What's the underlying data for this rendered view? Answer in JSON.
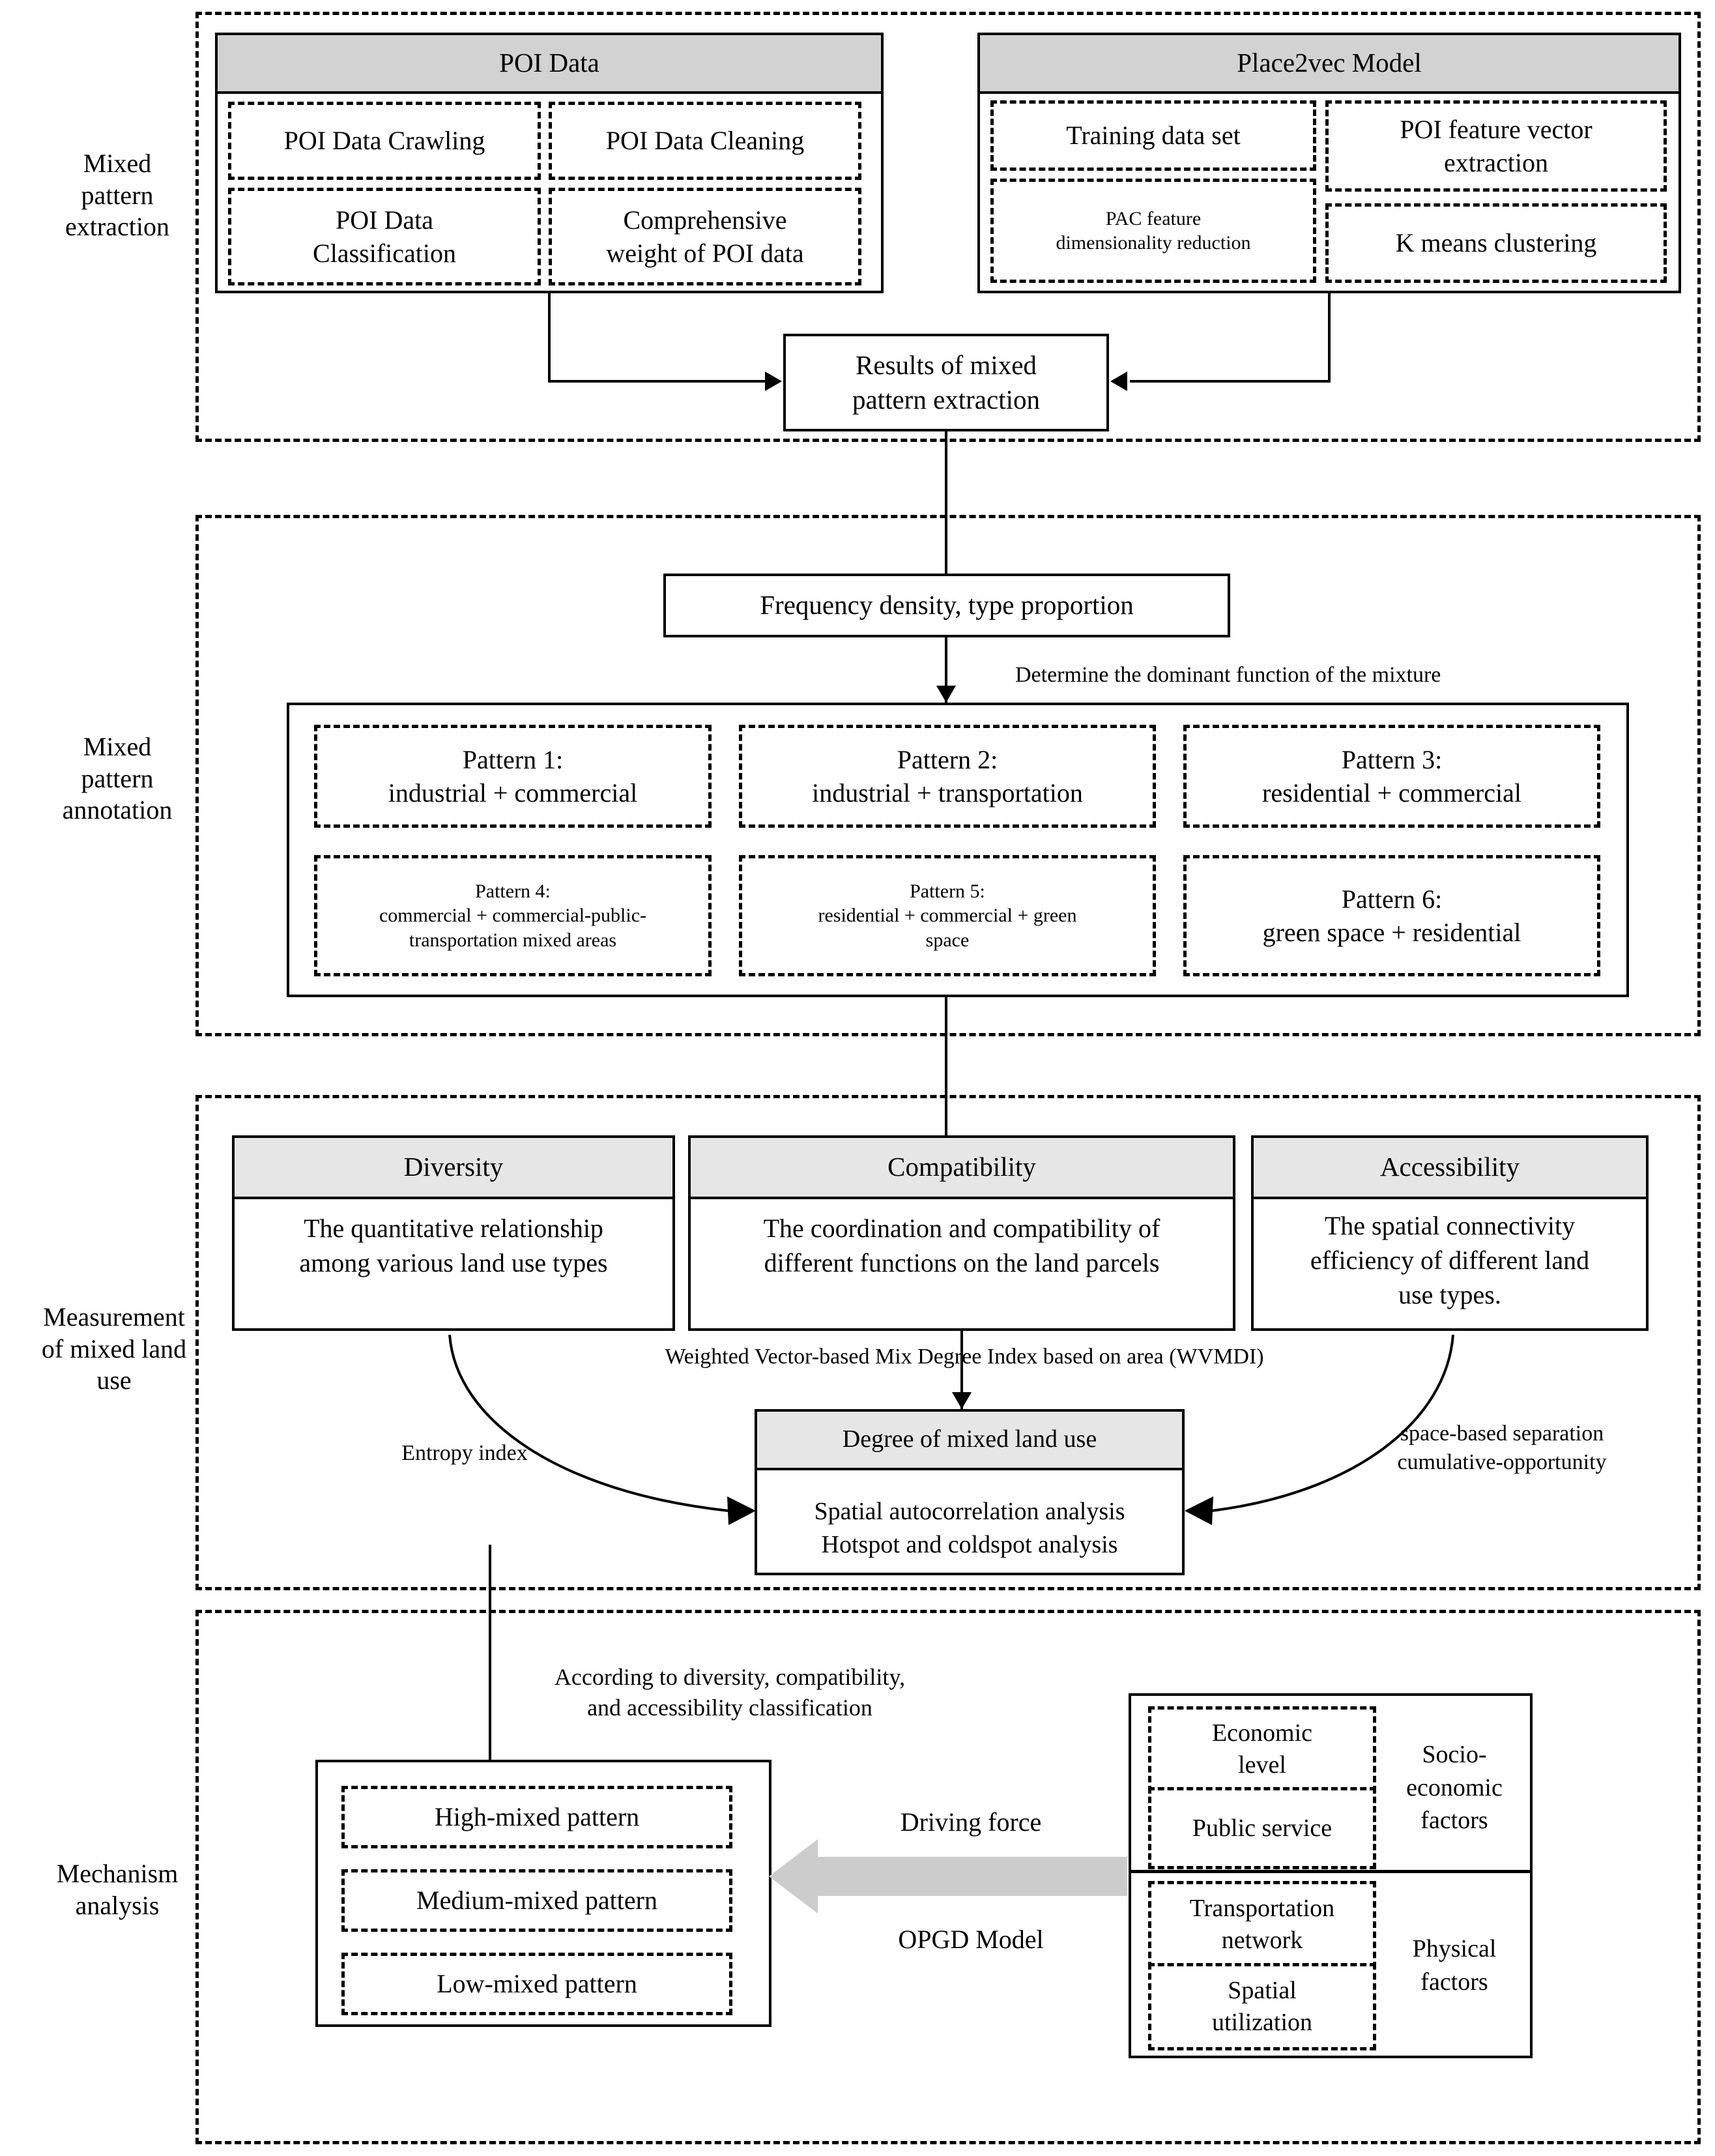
{
  "stages": [
    {
      "label": "Mixed\npattern\nextraction"
    },
    {
      "label": "Mixed\npattern\nannotation"
    },
    {
      "label": "Measurement\nof mixed land\nuse"
    },
    {
      "label": "Mechanism\nanalysis"
    }
  ],
  "stage1": {
    "poi_card": {
      "title": "POI Data",
      "items": [
        "POI Data Crawling",
        "POI Data Cleaning",
        "POI Data\nClassification",
        "Comprehensive\nweight of POI data"
      ]
    },
    "place2vec_card": {
      "title": "Place2vec Model",
      "items": [
        "Training data set",
        "POI  feature vector\nextraction",
        "PAC feature\ndimensionality reduction",
        "K means clustering"
      ]
    },
    "result_box": "Results of mixed\npattern extraction"
  },
  "stage2": {
    "top_box": "Frequency density, type proportion",
    "edge_label": "Determine the dominant function of the mixture",
    "patterns": [
      "Pattern 1:\nindustrial + commercial",
      "Pattern 2:\nindustrial + transportation",
      "Pattern 3:\nresidential + commercial",
      "Pattern 4:\ncommercial + commercial-public-\ntransportation mixed areas",
      "Pattern 5:\nresidential + commercial + green\nspace",
      "Pattern 6:\ngreen space + residential"
    ]
  },
  "stage3": {
    "cards": [
      {
        "title": "Diversity",
        "body": "The quantitative relationship\namong various land use types"
      },
      {
        "title": "Compatibility",
        "body": "The coordination and compatibility of\ndifferent functions on the land parcels"
      },
      {
        "title": "Accessibility",
        "body": "The spatial connectivity\nefficiency of different land\nuse types."
      }
    ],
    "center_label": "Weighted Vector-based Mix Degree Index based on area (WVMDI)",
    "left_label": "Entropy index",
    "right_label": "space-based separation\ncumulative-opportunity",
    "degree_card": {
      "title": "Degree of mixed land use",
      "body": "Spatial autocorrelation analysis\nHotspot and coldspot analysis"
    }
  },
  "stage4": {
    "classification_label": "According to diversity, compatibility,\nand accessibility classification",
    "patterns": [
      "High-mixed pattern",
      "Medium-mixed pattern",
      "Low-mixed pattern"
    ],
    "driving_force_label": "Driving force",
    "opgd_label": "OPGD Model",
    "factors": [
      {
        "group": "Socio-\neconomic\nfactors",
        "items": [
          "Economic\nlevel",
          "Public service"
        ]
      },
      {
        "group": "Physical\nfactors",
        "items": [
          "Transportation\nnetwork",
          "Spatial\nutilization"
        ]
      }
    ]
  },
  "colors": {
    "header_grey": "#d2d2d2",
    "header_light_grey": "#e6e6e6",
    "big_arrow_grey": "#cccccc",
    "line": "#000000"
  }
}
